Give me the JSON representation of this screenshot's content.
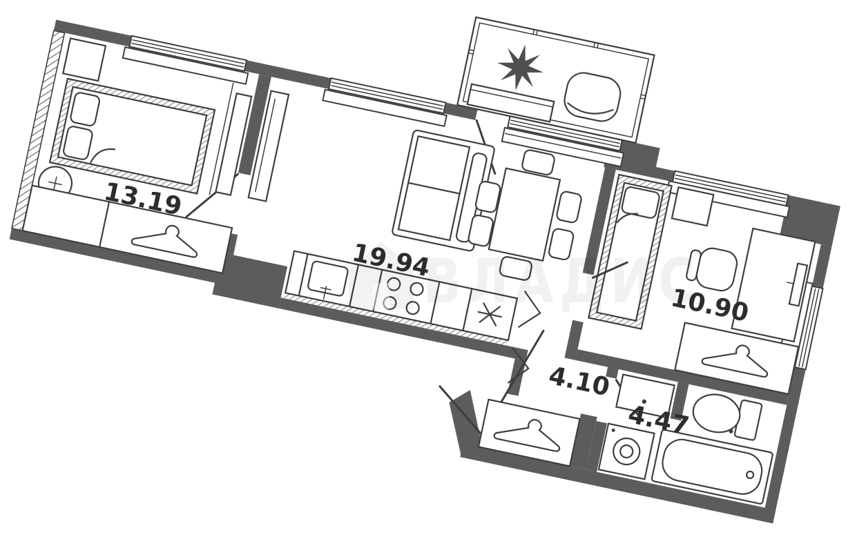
{
  "watermark": {
    "brand": "ВЛАДИС",
    "icon": "house-logo"
  },
  "plan": {
    "type": "apartment-floor-plan",
    "units": "m2",
    "rooms": [
      {
        "id": "bedroom-1",
        "area": "13.19",
        "features": [
          "double-bed",
          "pillows",
          "nightstand",
          "wardrobe-with-hanger",
          "vent-symbol",
          "window"
        ]
      },
      {
        "id": "living-room-kitchen",
        "area": "19.94",
        "features": [
          "sofa",
          "dining-table",
          "six-chairs",
          "kitchen-counter",
          "kitchen-sink",
          "stove-4-burners",
          "refrigerator",
          "balcony-door",
          "windows"
        ]
      },
      {
        "id": "bedroom-2",
        "area": "10.90",
        "features": [
          "single-bed",
          "nightstand",
          "desk",
          "desk-chair",
          "monitor",
          "wardrobe-with-hanger",
          "window"
        ]
      },
      {
        "id": "hallway",
        "area": "4.10",
        "features": [
          "entrance-door-swing",
          "wardrobe-with-hanger"
        ]
      },
      {
        "id": "bathroom",
        "area": "4.47",
        "features": [
          "wash-basin",
          "toilet",
          "washing-machine",
          "bathtub"
        ]
      },
      {
        "id": "balcony",
        "area": "",
        "features": [
          "plant",
          "armchair",
          "bench",
          "glazing"
        ]
      }
    ]
  },
  "colors": {
    "wall": "#5c5c5c",
    "line": "#3e3e3e",
    "bg": "#ffffff",
    "label": "#2d2d2d",
    "watermark": "#000000"
  }
}
